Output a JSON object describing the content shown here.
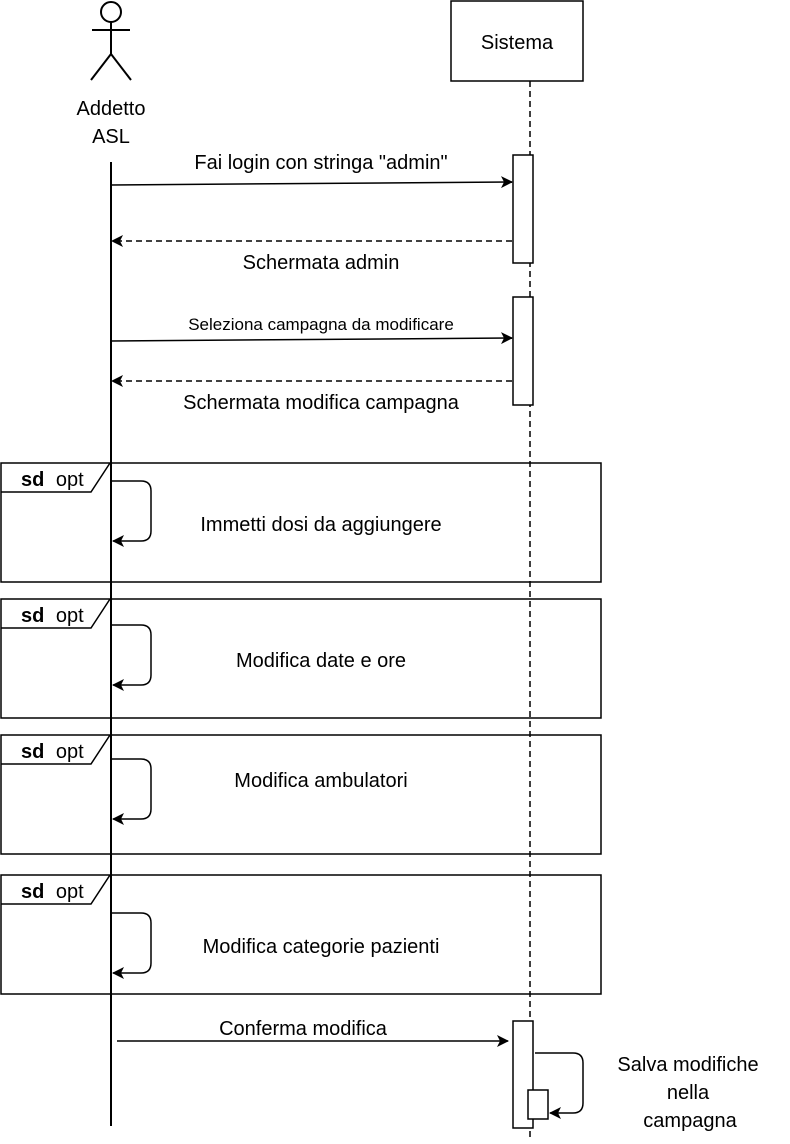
{
  "actor": {
    "line1": "Addetto",
    "line2": "ASL"
  },
  "system": {
    "label": "Sistema"
  },
  "messages": {
    "login": "Fai login con stringa \"admin\"",
    "admin_screen": "Schermata admin",
    "select_campaign": "Seleziona campagna da modificare",
    "edit_screen": "Schermata modifica campagna",
    "confirm": "Conferma modifica"
  },
  "frames": [
    {
      "keyword": "sd",
      "operator": "opt",
      "label": "Immetti dosi da aggiungere"
    },
    {
      "keyword": "sd",
      "operator": "opt",
      "label": "Modifica date e ore"
    },
    {
      "keyword": "sd",
      "operator": "opt",
      "label": "Modifica ambulatori"
    },
    {
      "keyword": "sd",
      "operator": "opt",
      "label": "Modifica categorie pazienti"
    }
  ],
  "save": {
    "line1": "Salva modifiche",
    "line2": "nella",
    "line3": "campagna"
  }
}
